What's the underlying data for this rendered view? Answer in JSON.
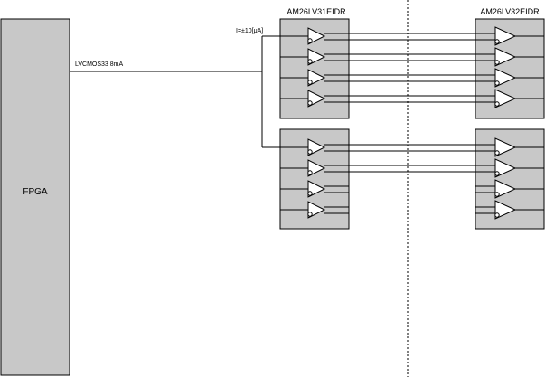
{
  "diagram": {
    "fpga_label": "FPGA",
    "net_label": "LVCMOS33 8mA",
    "current_label": "I=±10[μA]",
    "driver_label": "AM26LV31EIDR",
    "receiver_label": "AM26LV32EIDR"
  },
  "colors": {
    "block_fill": "#c8c8c8",
    "line": "#000000",
    "background": "#ffffff"
  }
}
